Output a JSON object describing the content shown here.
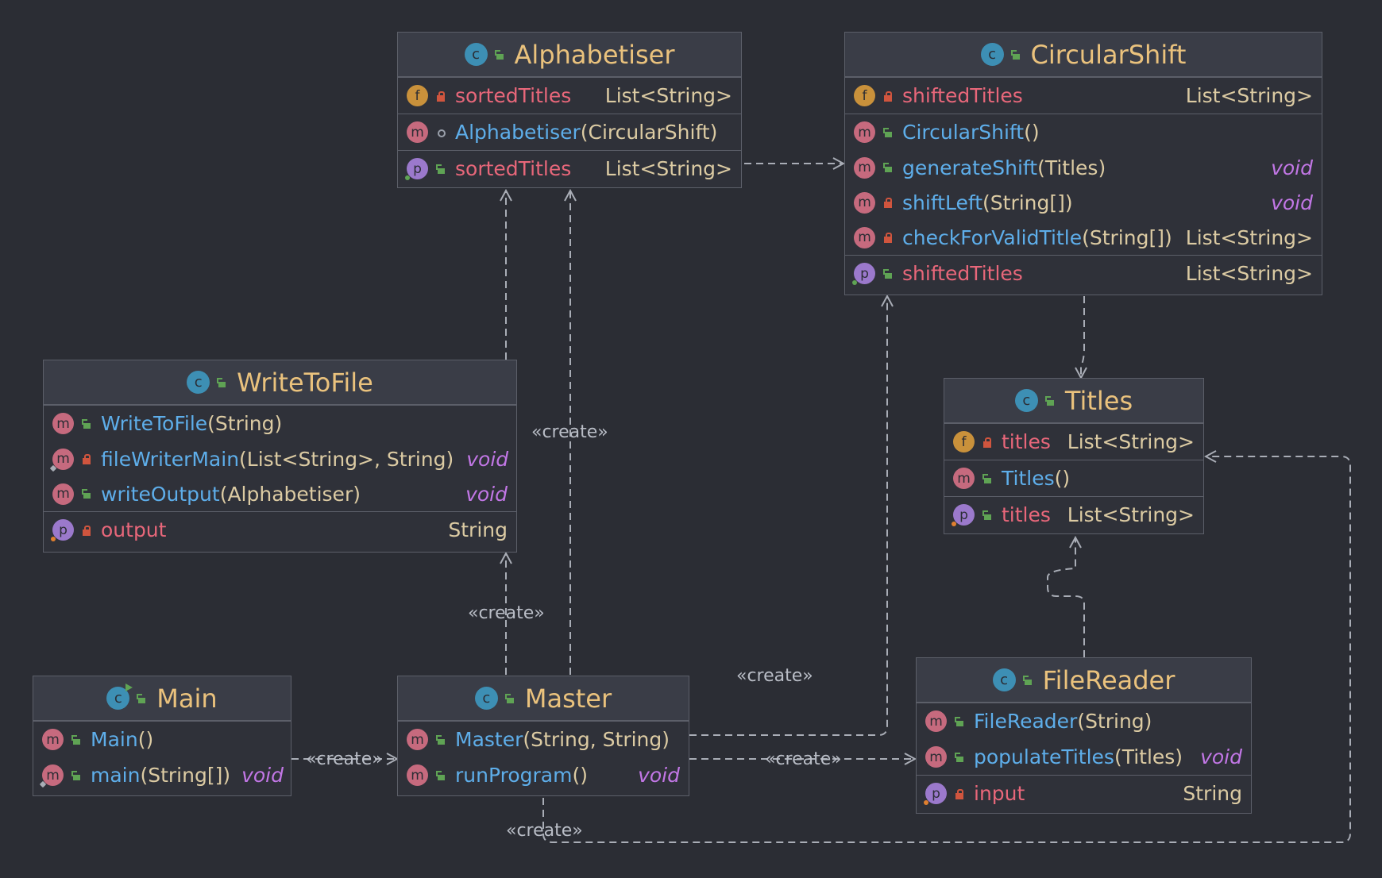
{
  "classes": {
    "alphabetiser": {
      "name": "Alphabetiser",
      "rows": [
        [
          "sortedTitles",
          "List<String>"
        ],
        [
          "Alphabetiser",
          "(CircularShift)"
        ],
        [
          "sortedTitles",
          "List<String>"
        ]
      ]
    },
    "circularshift": {
      "name": "CircularShift",
      "rows": [
        [
          "shiftedTitles",
          "List<String>"
        ],
        [
          "CircularShift",
          "()"
        ],
        [
          "generateShift",
          "(Titles)",
          "void"
        ],
        [
          "shiftLeft",
          "(String[])",
          "void"
        ],
        [
          "checkForValidTitle",
          "(String[])",
          "List<String>"
        ],
        [
          "shiftedTitles",
          "List<String>"
        ]
      ]
    },
    "writetofile": {
      "name": "WriteToFile",
      "rows": [
        [
          "WriteToFile",
          "(String)"
        ],
        [
          "fileWriterMain",
          "(List<String>, String)",
          "void"
        ],
        [
          "writeOutput",
          "(Alphabetiser)",
          "void"
        ],
        [
          "output",
          "String"
        ]
      ]
    },
    "titles": {
      "name": "Titles",
      "rows": [
        [
          "titles",
          "List<String>"
        ],
        [
          "Titles",
          "()"
        ],
        [
          "titles",
          "List<String>"
        ]
      ]
    },
    "main": {
      "name": "Main",
      "rows": [
        [
          "Main",
          "()"
        ],
        [
          "main",
          "(String[])",
          "void"
        ]
      ]
    },
    "master": {
      "name": "Master",
      "rows": [
        [
          "Master",
          "(String, String)"
        ],
        [
          "runProgram",
          "()",
          "void"
        ]
      ]
    },
    "filereader": {
      "name": "FileReader",
      "rows": [
        [
          "FileReader",
          "(String)"
        ],
        [
          "populateTitles",
          "(Titles)",
          "void"
        ],
        [
          "input",
          "String"
        ]
      ]
    }
  },
  "badges": {
    "class": "c",
    "field": "f",
    "method": "m",
    "property": "p"
  },
  "edge_labels": [
    "«create»",
    "«create»",
    "«create»",
    "«create»",
    "«create»",
    "«create»"
  ],
  "colors": {
    "background": "#2b2d34",
    "class_name": "#eac27d",
    "field_name": "#e8677a",
    "method_name": "#5eaeea",
    "type": "#dccba3",
    "void": "#c277e6",
    "edge": "#a9adb6"
  }
}
